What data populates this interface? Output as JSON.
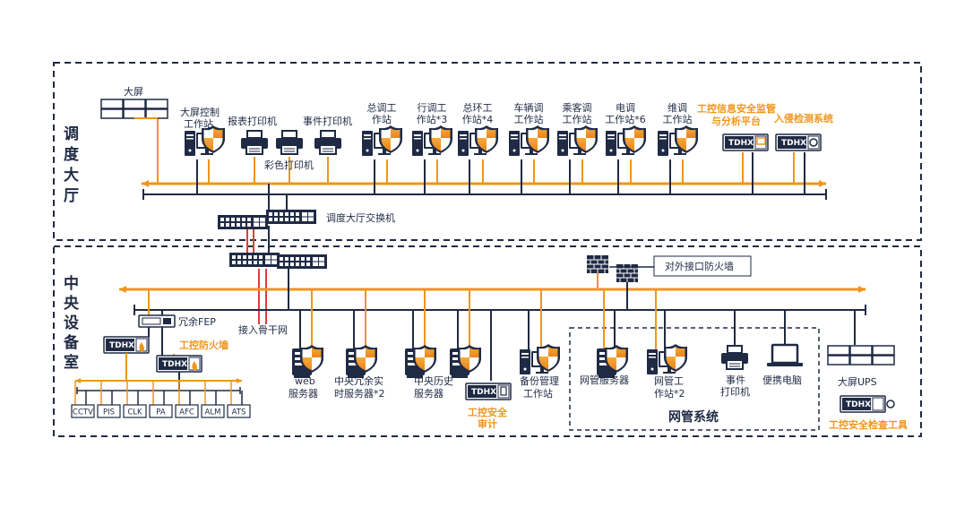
{
  "colors": {
    "navy": "#1f2a44",
    "orange": "#f0951c",
    "red": "#e23b3b"
  },
  "zones": {
    "dispatch_hall": "调度大厅",
    "central_room": "中央设备室"
  },
  "hall": {
    "big_screen": "大屏",
    "big_screen_ctrl": [
      "大屏控制",
      "工作站"
    ],
    "report_printer": "报表打印机",
    "event_printer": "事件打印机",
    "color_printer": "彩色打印机",
    "stations": [
      [
        "总调工",
        "作站"
      ],
      [
        "行调工",
        "作站*3"
      ],
      [
        "总环工",
        "作站*4"
      ],
      [
        "车辆调",
        "工作站"
      ],
      [
        "乘客调",
        "工作站"
      ],
      [
        "电调",
        "工作站*6"
      ],
      [
        "维调",
        "工作站"
      ]
    ],
    "monitor_platform": [
      "工控信息安全监管",
      "与分析平台"
    ],
    "ids": "入侵检测系统",
    "switch": "调度大厅交换机"
  },
  "central": {
    "backbone": "接入骨干网",
    "ext_firewall": "对外接口防火墙",
    "fep": "冗余FEP",
    "ics_firewall": "工控防火墙",
    "subsystems": [
      "CCTV",
      "PIS",
      "CLK",
      "PA",
      "AFC",
      "ALM",
      "ATS"
    ],
    "web_server": [
      "web",
      "服务器"
    ],
    "realtime_server": [
      "中央冗余实",
      "时服务器*2"
    ],
    "history_server": [
      "中央历史",
      "服务器"
    ],
    "audit": [
      "工控安全",
      "审计"
    ],
    "backup_station": [
      "备份管理",
      "工作站"
    ],
    "ups": "大屏UPS",
    "check_tool": "工控安全检查工具"
  },
  "netmgmt": {
    "title": "网管系统",
    "server": "网管服务器",
    "station": [
      "网管工",
      "作站*2"
    ],
    "printer": [
      "事件",
      "打印机"
    ],
    "laptop": "便携电脑"
  },
  "brand": "TDHX"
}
